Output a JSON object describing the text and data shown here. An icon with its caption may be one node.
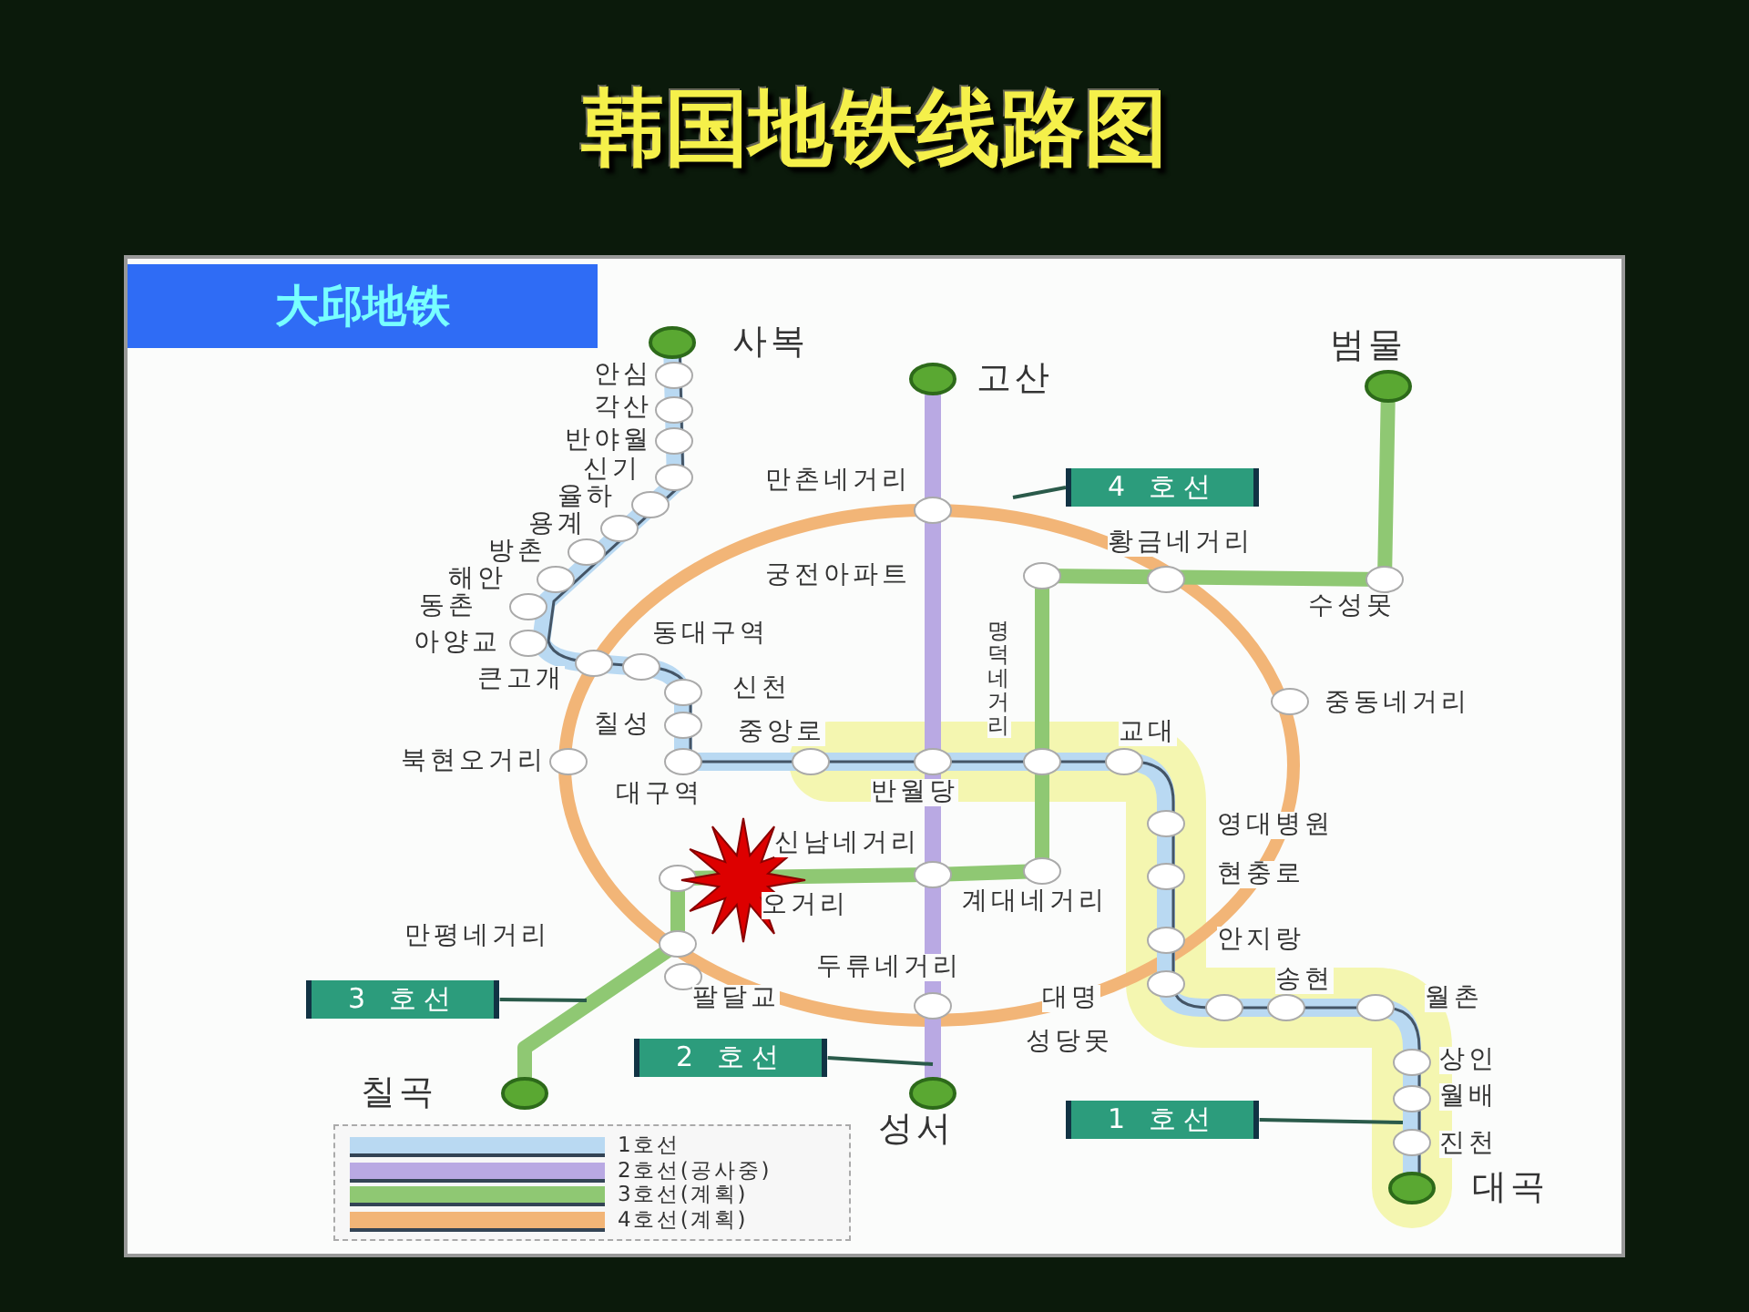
{
  "diagram": {
    "title": "韩国地铁线路图",
    "nodes": [
      {
        "text": [
          "大邱地铁"
        ]
      },
      {
        "text": [
          "4 호선"
        ]
      },
      {
        "text": [
          "3 호선"
        ]
      },
      {
        "text": [
          "2 호선"
        ]
      },
      {
        "text": [
          "1 호선"
        ]
      }
    ],
    "edges": [
      {
        "from": 1,
        "to": null,
        "arrow": "none"
      },
      {
        "from": 2,
        "to": null,
        "arrow": "none"
      },
      {
        "from": 3,
        "to": null,
        "arrow": "none"
      },
      {
        "from": 4,
        "to": null,
        "arrow": "none"
      }
    ],
    "labels": [
      "사복",
      "안심",
      "각산",
      "반야월",
      "신기",
      "율하",
      "용계",
      "방촌",
      "해안",
      "동촌",
      "아양교",
      "큰고개",
      "동대구역",
      "신천",
      "칠성",
      "북현오거리",
      "중앙로",
      "대구역",
      "반월당",
      "고산",
      "범물",
      "만촌네거리",
      "황금네거리",
      "궁전아파트",
      "수성못",
      "명덕네거리",
      "중동네거리",
      "교대",
      "영대병원",
      "신남네거리",
      "현충로",
      "오거리",
      "계대네거리",
      "만평네거리",
      "안지랑",
      "두류네거리",
      "송현",
      "월촌",
      "대명",
      "팔달교",
      "성당못",
      "상인",
      "칠곡",
      "월배",
      "성서",
      "진천",
      "대곡"
    ],
    "legend": [
      {
        "text": "1호선",
        "color": "#b9d9f2"
      },
      {
        "text": "2호선(공사중)",
        "color": "#b9a9e3"
      },
      {
        "text": "3호선(계획)",
        "color": "#8fc873"
      },
      {
        "text": "4호선(계획)",
        "color": "#f2b577"
      }
    ]
  }
}
